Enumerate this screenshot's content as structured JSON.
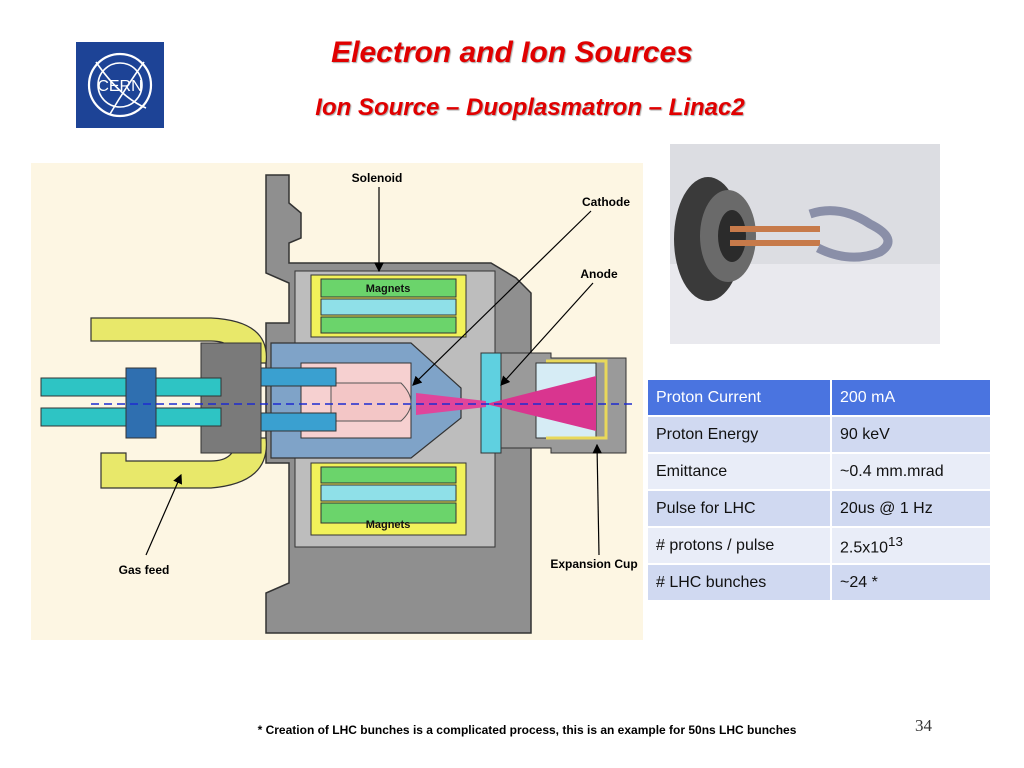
{
  "logo": {
    "text": "CERN"
  },
  "title": "Electron and Ion Sources",
  "subtitle": "Ion Source – Duoplasmatron – Linac2",
  "diagram": {
    "labels": {
      "solenoid": "Solenoid",
      "cathode": "Cathode",
      "anode": "Anode",
      "magnets_top": "Magnets",
      "magnets_bottom": "Magnets",
      "gas_feed": "Gas feed",
      "expansion_cup": "Expansion Cup"
    }
  },
  "table": {
    "header": [
      "Proton Current",
      "200 mA"
    ],
    "rows": [
      {
        "name": "Proton Energy",
        "value": "90 keV"
      },
      {
        "name": "Emittance",
        "value": "~0.4 mm.mrad"
      },
      {
        "name": "Pulse for LHC",
        "value": "20us @ 1 Hz"
      },
      {
        "name": "# protons / pulse",
        "value_base": "2.5x10",
        "value_exp": "13"
      },
      {
        "name": "# LHC bunches",
        "value": "~24 *"
      }
    ]
  },
  "footnote": "* Creation of LHC bunches is a complicated process, this is an example for 50ns LHC bunches",
  "page_number": "34",
  "colors": {
    "title": "#e00000",
    "table_header": "#4a74e0",
    "logo_bg": "#1d4396"
  }
}
